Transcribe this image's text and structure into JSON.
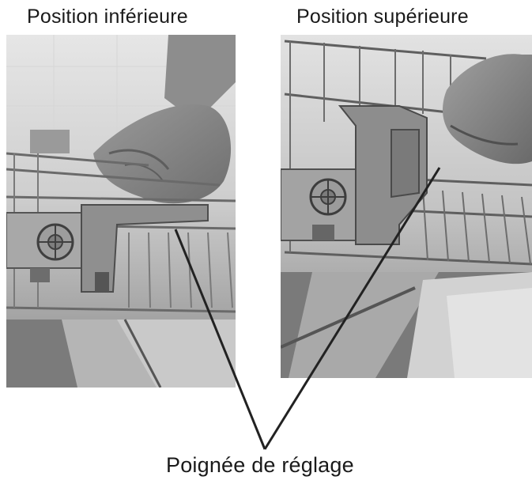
{
  "captions": {
    "lower_position": "Position inférieure",
    "upper_position": "Position supérieure",
    "handle": "Poignée de réglage"
  }
}
